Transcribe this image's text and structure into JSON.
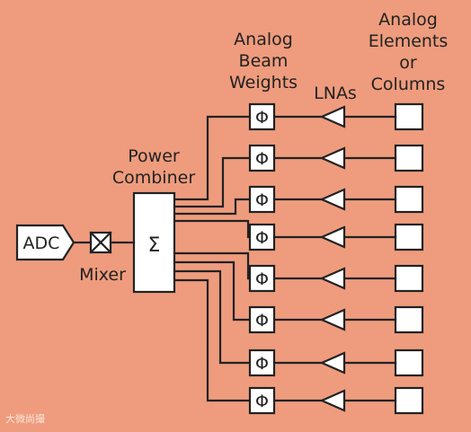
{
  "labels": {
    "beam_weights_line1": "Analog",
    "beam_weights_line2": "Beam",
    "beam_weights_line3": "Weights",
    "lnas": "LNAs",
    "elements_line1": "Analog",
    "elements_line2": "Elements",
    "elements_line3": "or",
    "elements_line4": "Columns",
    "combiner_line1": "Power",
    "combiner_line2": "Combiner",
    "adc": "ADC",
    "mixer": "Mixer",
    "sigma": "Σ",
    "phi": "Φ"
  },
  "watermark": "大微尚撮",
  "channel_count": 8,
  "colors": {
    "background": "#EE9C7D",
    "line": "#222222",
    "fill": "#FFFFFF"
  }
}
